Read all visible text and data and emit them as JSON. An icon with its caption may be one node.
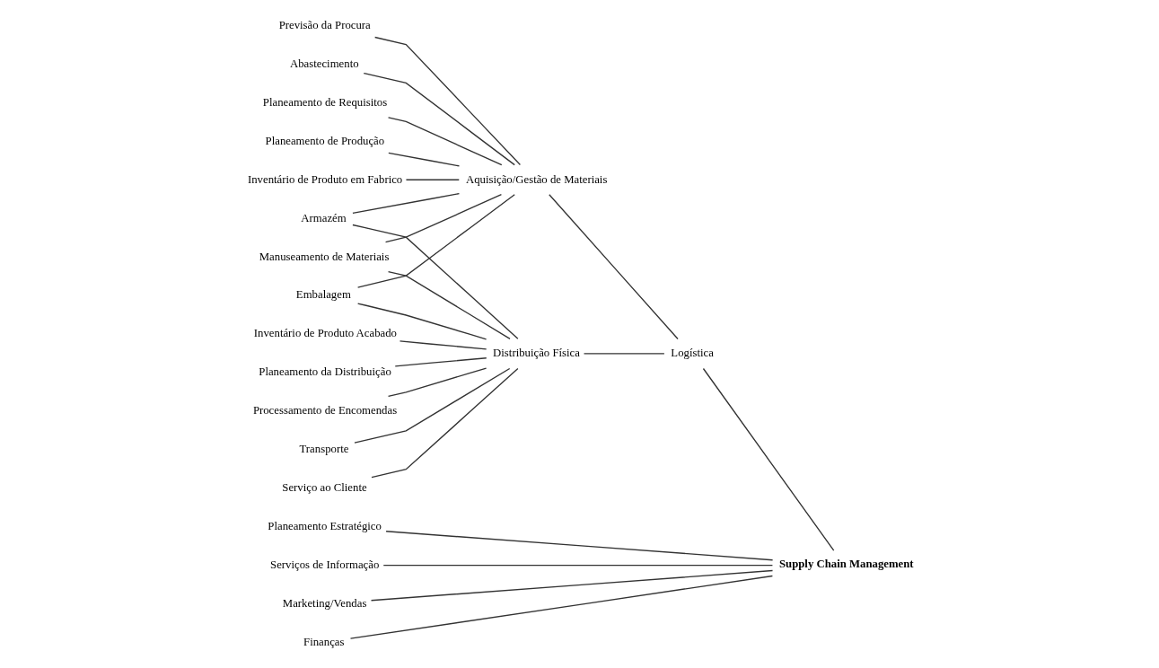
{
  "diagram": {
    "nodes": [
      {
        "text": [
          "Previsão da Procura"
        ]
      },
      {
        "text": [
          "Abastecimento"
        ]
      },
      {
        "text": [
          "Planeamento de Requisitos"
        ]
      },
      {
        "text": [
          "Planeamento de Produção"
        ]
      },
      {
        "text": [
          "Inventário de Produto em Fabrico"
        ]
      },
      {
        "text": [
          "Armazém"
        ]
      },
      {
        "text": [
          "Manuseamento de Materiais"
        ]
      },
      {
        "text": [
          "Embalagem"
        ]
      },
      {
        "text": [
          "Inventário de Produto Acabado"
        ]
      },
      {
        "text": [
          "Planeamento da Distribuição"
        ]
      },
      {
        "text": [
          "Processamento de Encomendas"
        ]
      },
      {
        "text": [
          "Transporte"
        ]
      },
      {
        "text": [
          "Serviço ao Cliente"
        ]
      },
      {
        "text": [
          "Planeamento Estratégico"
        ]
      },
      {
        "text": [
          "Serviços de Informação"
        ]
      },
      {
        "text": [
          "Marketing/Vendas"
        ]
      },
      {
        "text": [
          "Finanças"
        ]
      },
      {
        "text": [
          "Aquisição/Gestão de Materiais"
        ]
      },
      {
        "text": [
          "Logística"
        ]
      },
      {
        "text": [
          "Supply Chain Management"
        ]
      },
      {
        "text": [
          "Distribuição Física"
        ]
      }
    ],
    "edges": [
      {
        "from": 0,
        "to": 17,
        "arrow": "none"
      },
      {
        "from": 1,
        "to": 17,
        "arrow": "none"
      },
      {
        "from": 2,
        "to": 17,
        "arrow": "none"
      },
      {
        "from": 3,
        "to": 17,
        "arrow": "none"
      },
      {
        "from": 4,
        "to": 17,
        "arrow": "none"
      },
      {
        "from": 5,
        "to": 17,
        "arrow": "none"
      },
      {
        "from": 5,
        "to": 20,
        "arrow": "none"
      },
      {
        "from": 6,
        "to": 17,
        "arrow": "none"
      },
      {
        "from": 6,
        "to": 20,
        "arrow": "none"
      },
      {
        "from": 7,
        "to": 17,
        "arrow": "none"
      },
      {
        "from": 7,
        "to": 20,
        "arrow": "none"
      },
      {
        "from": 8,
        "to": 20,
        "arrow": "none"
      },
      {
        "from": 9,
        "to": 20,
        "arrow": "none"
      },
      {
        "from": 10,
        "to": 20,
        "arrow": "none"
      },
      {
        "from": 11,
        "to": 20,
        "arrow": "none"
      },
      {
        "from": 12,
        "to": 20,
        "arrow": "none"
      },
      {
        "from": 13,
        "to": 19,
        "arrow": "none"
      },
      {
        "from": 14,
        "to": 19,
        "arrow": "none"
      },
      {
        "from": 15,
        "to": 19,
        "arrow": "none"
      },
      {
        "from": 16,
        "to": 19,
        "arrow": "none"
      },
      {
        "from": 17,
        "to": 18,
        "arrow": "none"
      },
      {
        "from": 20,
        "to": 18,
        "arrow": "none"
      },
      {
        "from": 18,
        "to": 19,
        "arrow": "none"
      }
    ]
  }
}
